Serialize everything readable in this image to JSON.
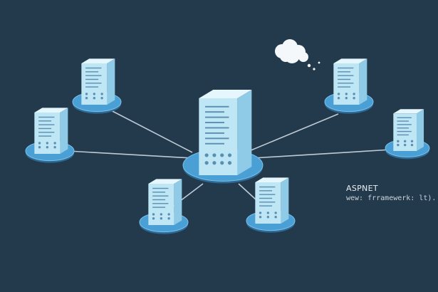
{
  "diagram": {
    "background": "#233a4c",
    "colors": {
      "link": "#d8e4ec",
      "platform": "#4a9fd4",
      "platform_rim": "#7cc1ea",
      "server_front": "#bfe6f5",
      "server_side": "#8fcbe6",
      "server_top": "#e6f6fd",
      "slot": "#5b8fb1",
      "cloud": "#f4f8fb"
    },
    "hub": {
      "name": "central-server"
    },
    "nodes": [
      {
        "name": "server-top-left"
      },
      {
        "name": "server-left"
      },
      {
        "name": "server-bottom-left"
      },
      {
        "name": "server-bottom-center"
      },
      {
        "name": "server-top-right"
      },
      {
        "name": "server-right"
      }
    ],
    "annotation": {
      "title": "ASPNET",
      "subtitle": "wew: frramewerk: lt)."
    }
  }
}
